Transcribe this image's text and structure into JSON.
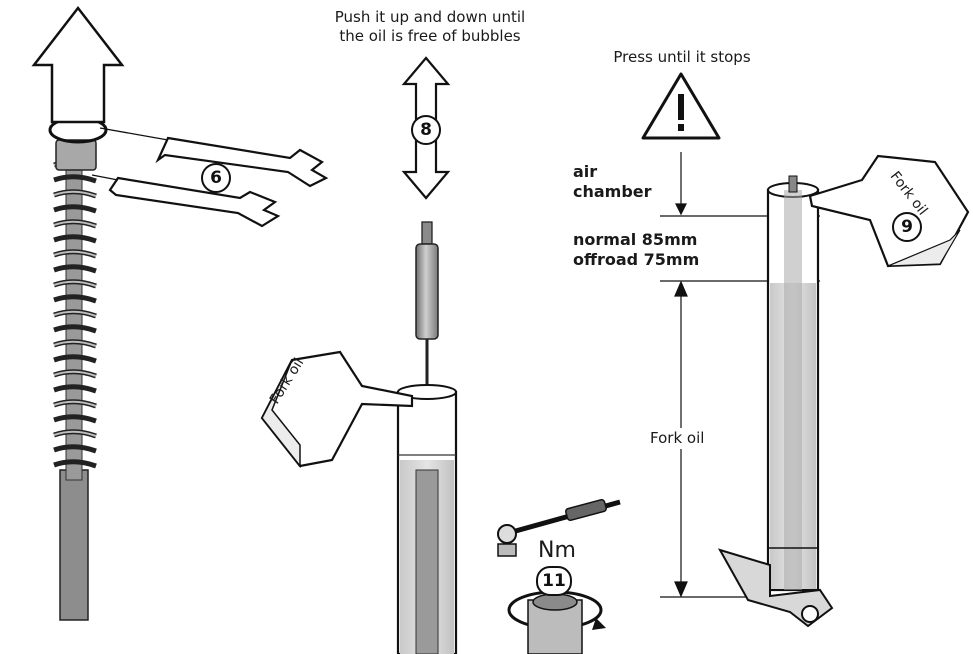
{
  "steps": {
    "s6": "6",
    "s8": "8",
    "s9": "9",
    "s11": "11"
  },
  "text": {
    "push_line1": "Push it up and down until",
    "push_line2": "the oil is free of bubbles",
    "press": "Press until it stops",
    "air_line1": "air",
    "air_line2": "chamber",
    "normal": "normal 85mm",
    "offroad": "offroad 75mm",
    "fork_oil_label": "Fork oil",
    "bottle_label": "Fork oil",
    "nm": "Nm"
  },
  "icons": {
    "warning": "warning-triangle-icon",
    "up_arrow": "up-arrow-icon",
    "pump_arrow": "double-arrow-icon",
    "torque_wrench": "torque-wrench-icon",
    "open_wrench": "open-end-wrench-icon"
  }
}
